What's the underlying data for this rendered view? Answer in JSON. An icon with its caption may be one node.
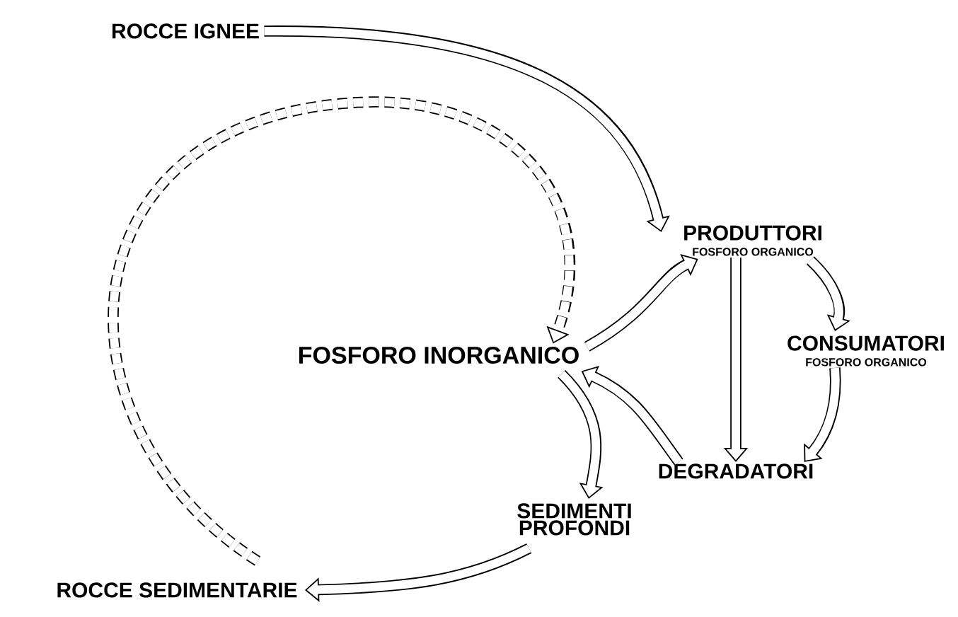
{
  "diagram": {
    "nodes": [
      {
        "text": [
          "ROCCE IGNEE"
        ]
      },
      {
        "text": [
          "PRODUTTORI",
          "FOSFORO ORGANICO"
        ]
      },
      {
        "text": [
          "FOSFORO INORGANICO"
        ]
      },
      {
        "text": [
          "CONSUMATORI",
          "FOSFORO ORGANICO"
        ]
      },
      {
        "text": [
          "DEGRADATORI"
        ]
      },
      {
        "text": [
          "SEDIMENTI PROFONDI"
        ]
      },
      {
        "text": [
          "ROCCE SEDIMENTARIE"
        ]
      }
    ],
    "edges": [
      {
        "from": 0,
        "to": 1,
        "arrow": "to"
      },
      {
        "from": 6,
        "to": 2,
        "arrow": "to",
        "style": "dashed"
      },
      {
        "from": 2,
        "to": 1,
        "arrow": "to"
      },
      {
        "from": 1,
        "to": 3,
        "arrow": "to"
      },
      {
        "from": 1,
        "to": 4,
        "arrow": "to"
      },
      {
        "from": 3,
        "to": 4,
        "arrow": "to"
      },
      {
        "from": 4,
        "to": 2,
        "arrow": "to"
      },
      {
        "from": 2,
        "to": 5,
        "arrow": "to"
      },
      {
        "from": 5,
        "to": 6,
        "arrow": "to"
      }
    ]
  }
}
